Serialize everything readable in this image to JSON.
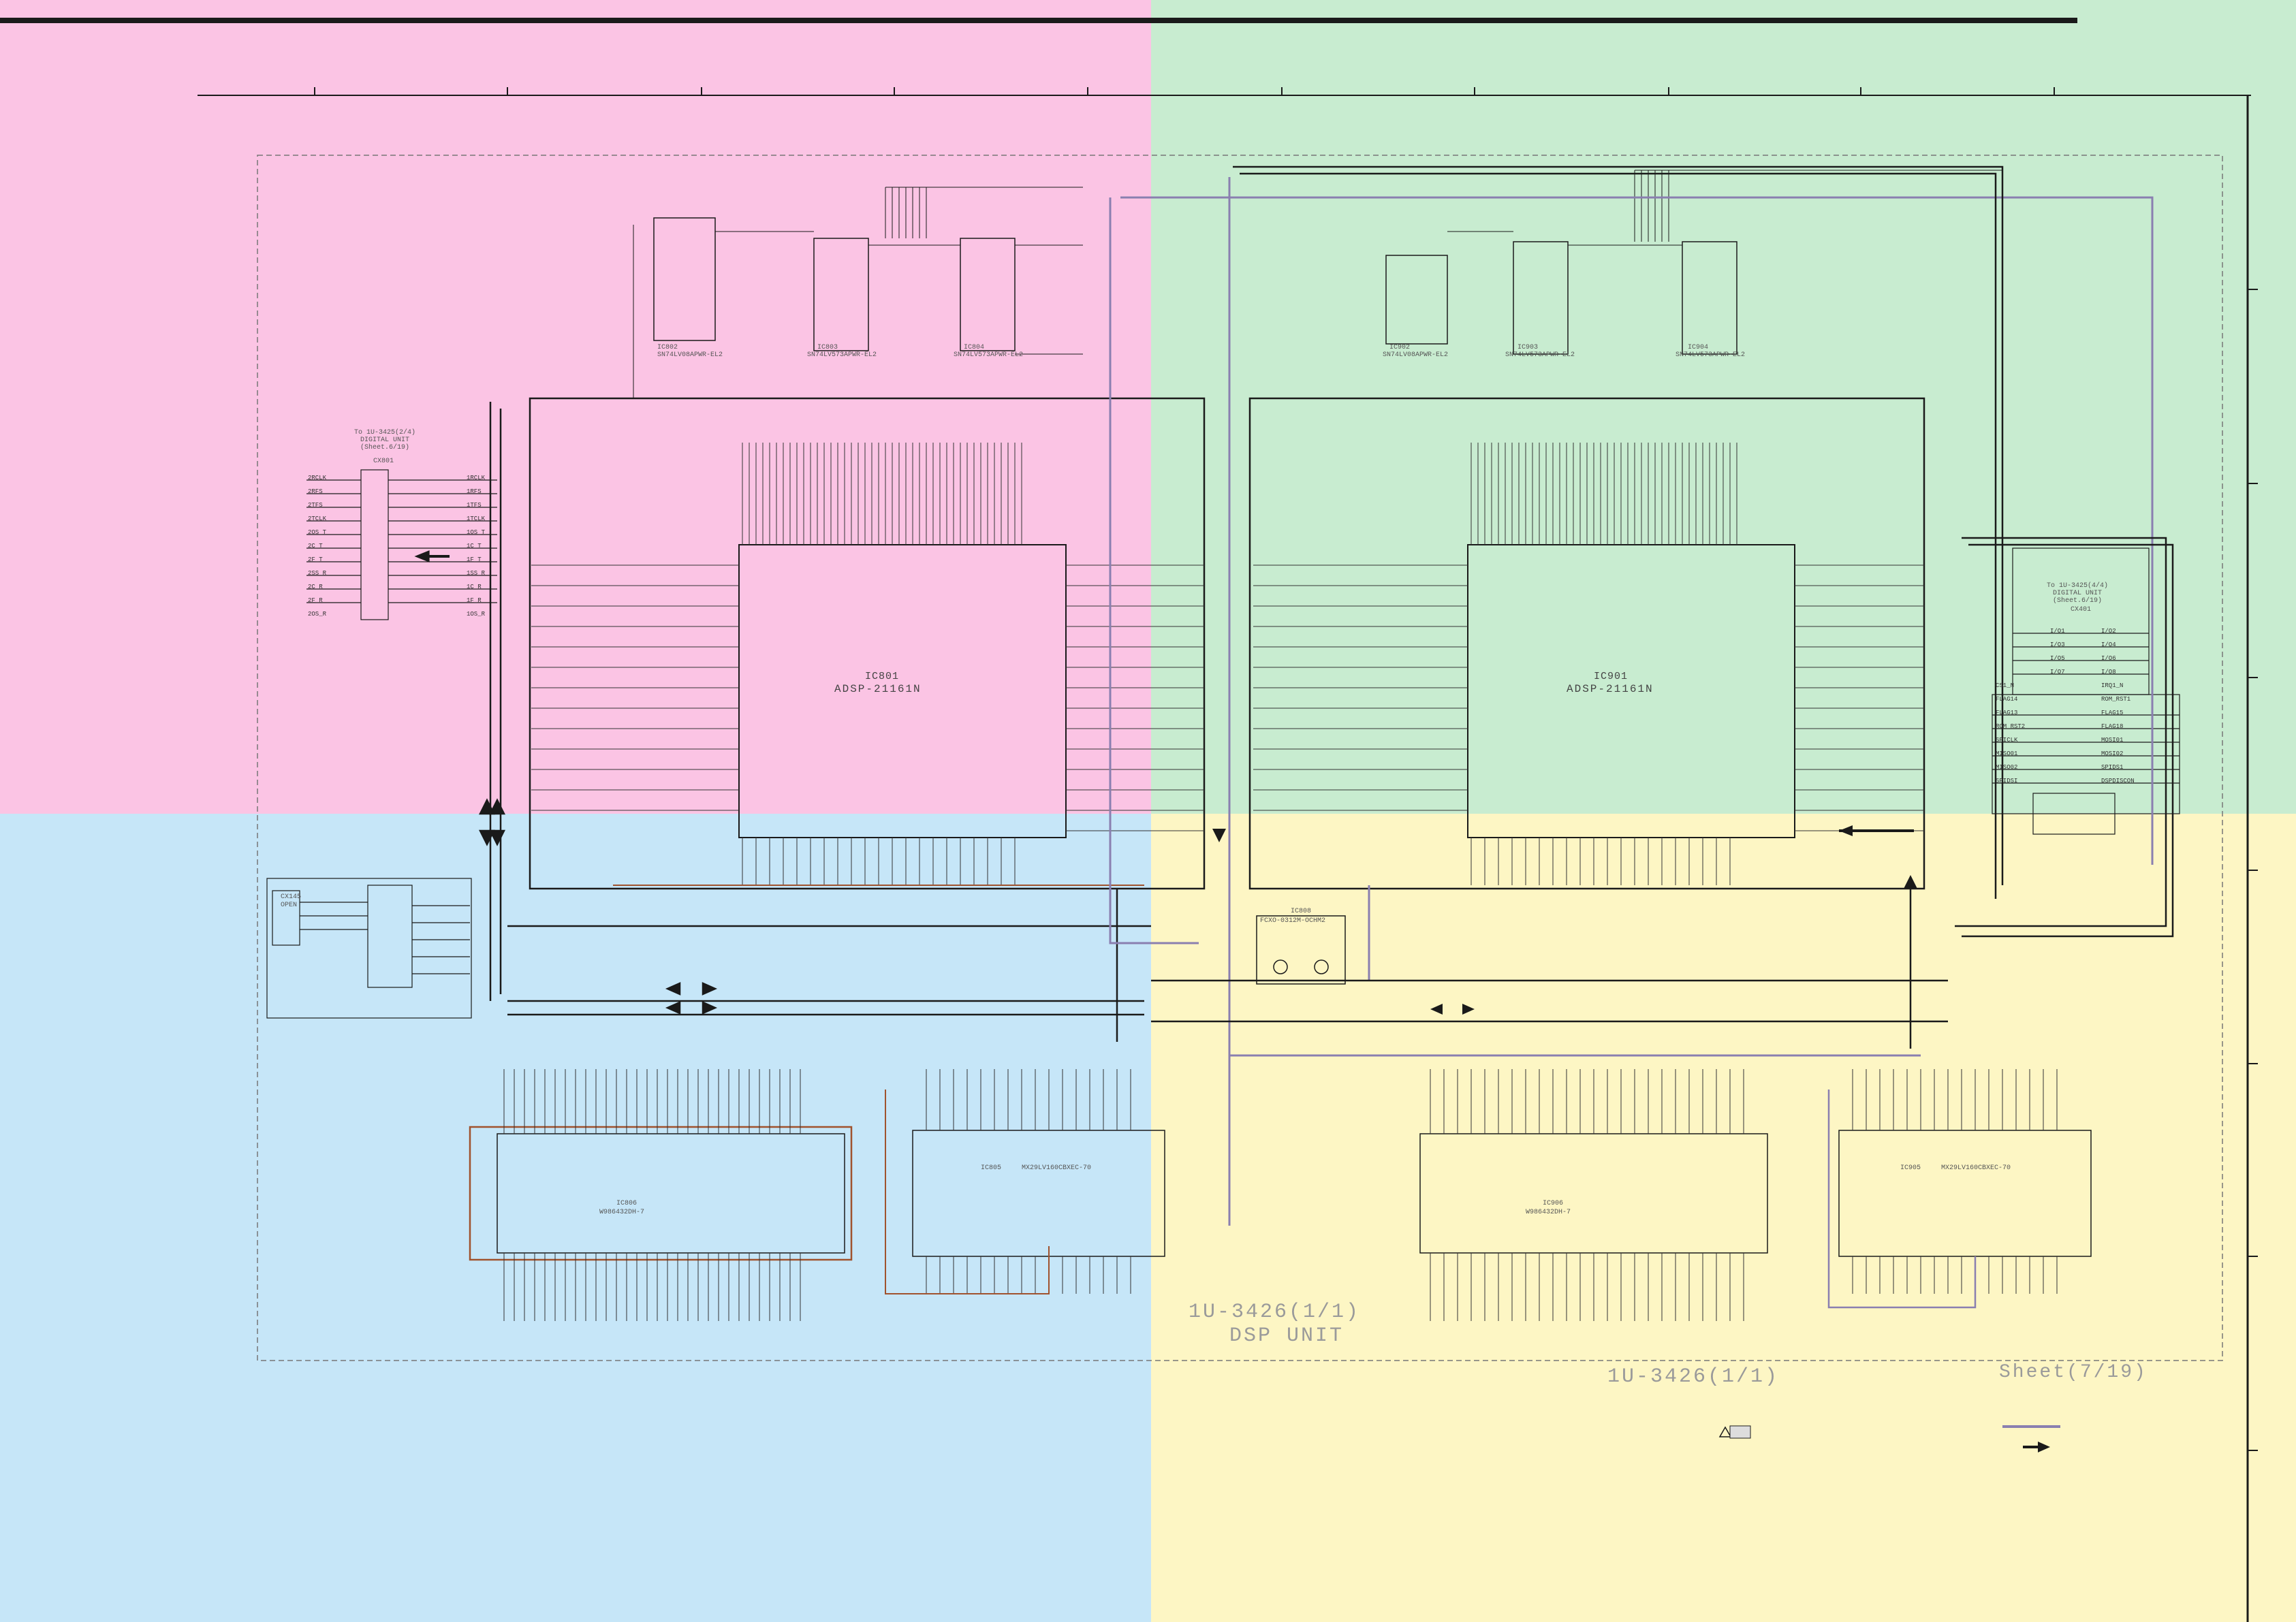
{
  "sheet": {
    "unit_label_1": "1U-3426(1/1)",
    "unit_label_2": "DSP UNIT",
    "unit_label_3": "1U-3426(1/1)",
    "sheet_label": "Sheet(7/19)"
  },
  "colors": {
    "top_left": "#fbc4e4",
    "top_right": "#c8ecd0",
    "bottom_left": "#c6e6f8",
    "bottom_right": "#fdf6c4",
    "wire": "#1a1a1a",
    "bus_purple": "#8a7fb0",
    "bus_brown": "#a0522d"
  },
  "blocks": {
    "dsp_left": {
      "ref": "IC801",
      "part": "ADSP-21161N"
    },
    "dsp_right": {
      "ref": "IC901",
      "part": "ADSP-21161N"
    },
    "sdram_left": {
      "ref": "IC806",
      "part": "W986432DH-7"
    },
    "sdram_right": {
      "ref": "IC906",
      "part": "W986432DH-7"
    },
    "flash_left": {
      "ref": "IC805",
      "part": "MX29LV160CBXEC-70"
    },
    "flash_right": {
      "ref": "IC905",
      "part": "MX29LV160CBXEC-70"
    },
    "latch_left_1": {
      "ref": "IC802",
      "part": "SN74LV08APWR-EL2"
    },
    "latch_left_2": {
      "ref": "IC803",
      "part": "SN74LV573APWR-EL2"
    },
    "latch_left_3": {
      "ref": "IC804",
      "part": "SN74LV573APWR-EL2"
    },
    "latch_right_1": {
      "ref": "IC902",
      "part": "SN74LV08APWR-EL2"
    },
    "latch_right_2": {
      "ref": "IC903",
      "part": "SN74LV573APWR-EL2"
    },
    "latch_right_3": {
      "ref": "IC904",
      "part": "SN74LV573APWR-EL2"
    },
    "osc": {
      "ref": "IC808",
      "part": "FCXO-0312M-OCHM2"
    },
    "conn_left": {
      "ref": "CX801",
      "note": "To 1U-3425(2/4) DIGITAL UNIT (Sheet.6/19)"
    },
    "conn_right": {
      "ref": "CX401",
      "note": "To 1U-3425(4/4) DIGITAL UNIT (Sheet.6/19)"
    },
    "conn_jtag": {
      "ref": "CX145",
      "note": "OPEN"
    }
  },
  "left_connector_pins": [
    "2RCLK",
    "2RFS",
    "2TFS",
    "2TCLK",
    "2OS_T",
    "2C_T",
    "2F_T",
    "2SS_R",
    "2C_R",
    "2F_R",
    "2OS_R"
  ],
  "left_connector_nets": [
    "1RCLK",
    "1RFS",
    "1TFS",
    "1TCLK",
    "1OS_T",
    "1C_T",
    "1F_T",
    "1SS_R",
    "1C_R",
    "1F_R",
    "1OS_R"
  ],
  "right_connector_pins": [
    "I/O1",
    "I/O3",
    "I/O5",
    "I/O7",
    "CS1_N",
    "FLAG14",
    "FLAG13",
    "ROM_RST2",
    "SPICLK",
    "MISO01",
    "MISO02",
    "SPIDSI"
  ],
  "right_connector_nets": [
    "I/O2",
    "I/O4",
    "I/O6",
    "I/O8",
    "IRQ1_N",
    "ROM_RST1",
    "FLAG15",
    "FLAG18",
    "MOSI01",
    "MOSI02",
    "SPIDS1",
    "DSPDISCON"
  ]
}
